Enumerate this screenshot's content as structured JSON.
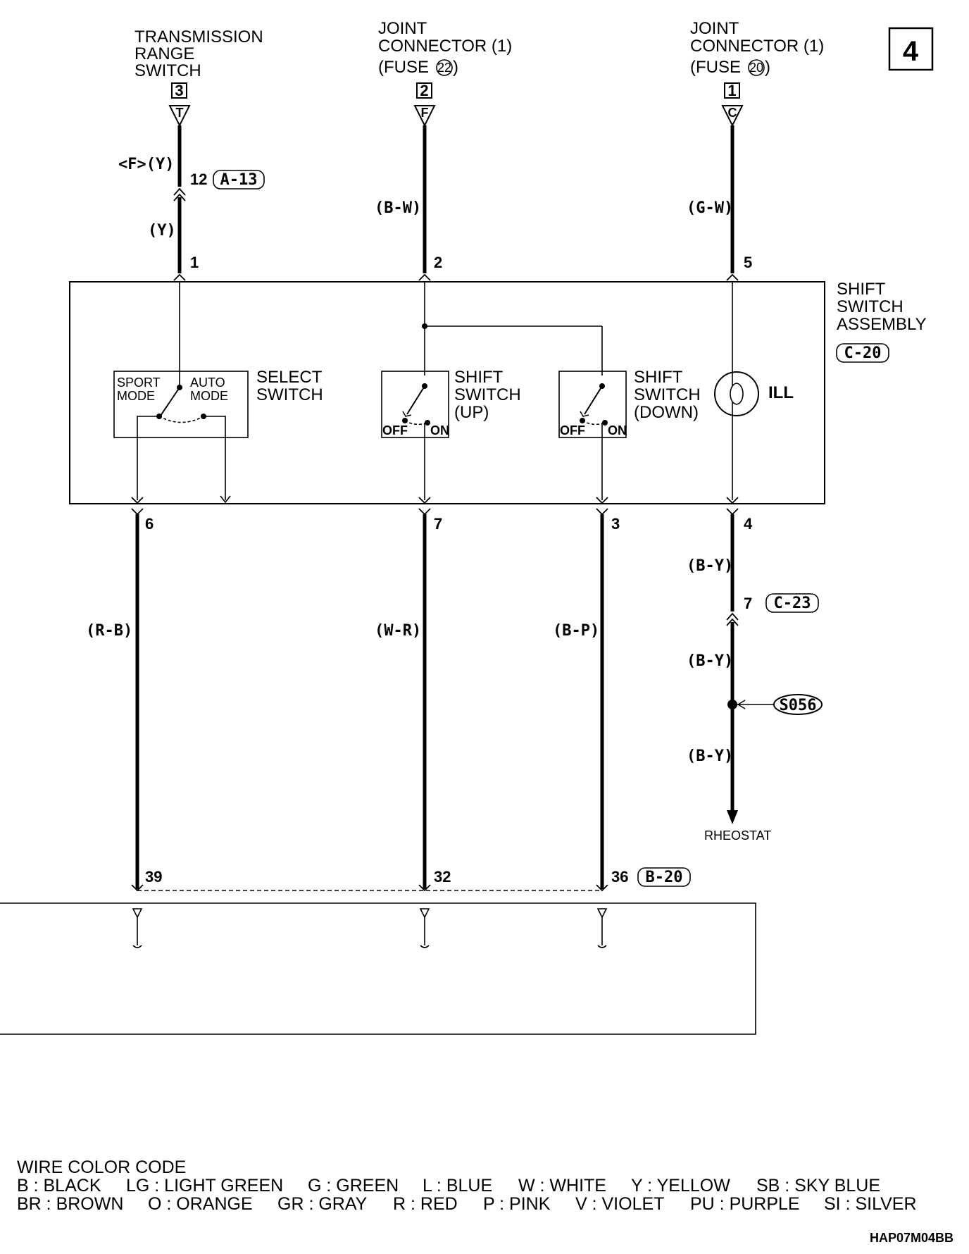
{
  "page_number": "4",
  "top_connectors": {
    "transmission_range_switch": {
      "line1": "TRANSMISSION",
      "line2": "RANGE",
      "line3": "SWITCH",
      "pin": "3",
      "terminal": "T"
    },
    "joint_connector_22": {
      "line1": "JOINT",
      "line2": "CONNECTOR (1)",
      "line3": "(FUSE",
      "fuse": "22",
      "close": ")",
      "pin": "2",
      "terminal": "F"
    },
    "joint_connector_20": {
      "line1": "JOINT",
      "line2": "CONNECTOR (1)",
      "line3": "(FUSE",
      "fuse": "20",
      "close": ")",
      "pin": "1",
      "terminal": "C"
    }
  },
  "wires": {
    "trs_upper": "<F>(Y)",
    "trs_lower": "(Y)",
    "a13_pin": "12",
    "a13_connector": "A-13",
    "fuse22_wire": "(B-W)",
    "fuse20_wire": "(G-W)",
    "select_wire": "(R-B)",
    "up_wire": "(W-R)",
    "down_wire": "(B-P)",
    "ill_wire_1": "(B-Y)",
    "ill_wire_2": "(B-Y)",
    "ill_wire_3": "(B-Y)",
    "c23_pin": "7",
    "c23_connector": "C-23",
    "splice": "S056",
    "rheostat": "RHEOSTAT"
  },
  "assembly": {
    "line1": "SHIFT",
    "line2": "SWITCH",
    "line3": "ASSEMBLY",
    "connector": "C-20",
    "top_pins": [
      "1",
      "2",
      "5"
    ],
    "bottom_pins": [
      "6",
      "7",
      "3",
      "4"
    ],
    "select_switch": {
      "line1": "SELECT",
      "line2": "SWITCH",
      "sport1": "SPORT",
      "sport2": "MODE",
      "auto1": "AUTO",
      "auto2": "MODE"
    },
    "shift_up": {
      "line1": "SHIFT",
      "line2": "SWITCH",
      "line3": "(UP)",
      "off": "OFF",
      "on": "ON"
    },
    "shift_down": {
      "line1": "SHIFT",
      "line2": "SWITCH",
      "line3": "(DOWN)",
      "off": "OFF",
      "on": "ON"
    },
    "ill": "ILL"
  },
  "ecu": {
    "pins": [
      "39",
      "32",
      "36"
    ],
    "connector": "B-20"
  },
  "legend": {
    "title": "WIRE COLOR CODE",
    "row1": [
      "B : BLACK",
      "LG : LIGHT GREEN",
      "G : GREEN",
      "L : BLUE",
      "W : WHITE",
      "Y : YELLOW",
      "SB : SKY BLUE"
    ],
    "row2": [
      "BR : BROWN",
      "O : ORANGE",
      "GR : GRAY",
      "R : RED",
      "P : PINK",
      "V : VIOLET",
      "PU : PURPLE",
      "SI : SILVER"
    ]
  },
  "diagram_code": "HAP07M04BB"
}
